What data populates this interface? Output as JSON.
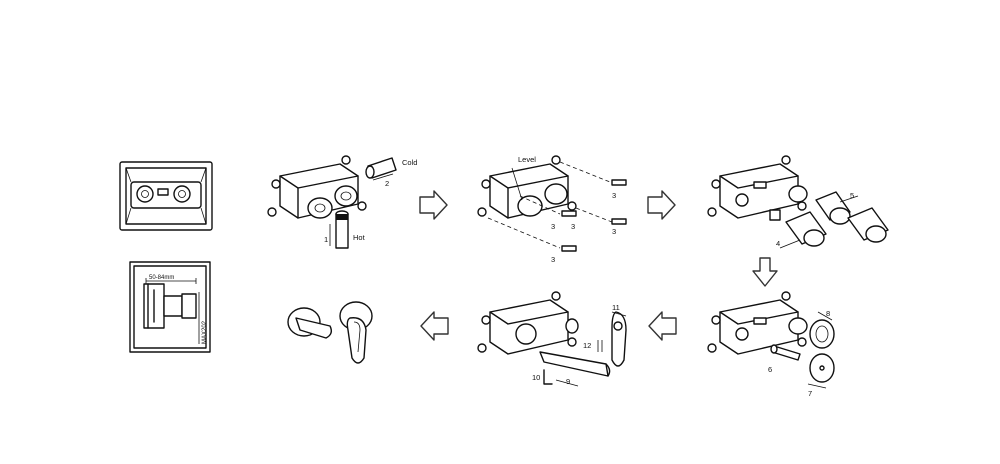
{
  "labels": {
    "cold": "Cold",
    "hot": "Hot",
    "level": "Level",
    "dim_depth": "50-84mm",
    "dim_max": "MAX202"
  },
  "step_numbers": {
    "n1": "1",
    "n2": "2",
    "n3a": "3",
    "n3b": "3",
    "n3c": "3",
    "n3d": "3",
    "n3e": "3",
    "n4": "4",
    "n5": "5",
    "n6": "6",
    "n7": "7",
    "n8": "8",
    "n9": "9",
    "n10": "10",
    "n11": "11",
    "n12": "12"
  },
  "flow_arrows": [
    "right",
    "right",
    "down",
    "left",
    "left"
  ]
}
